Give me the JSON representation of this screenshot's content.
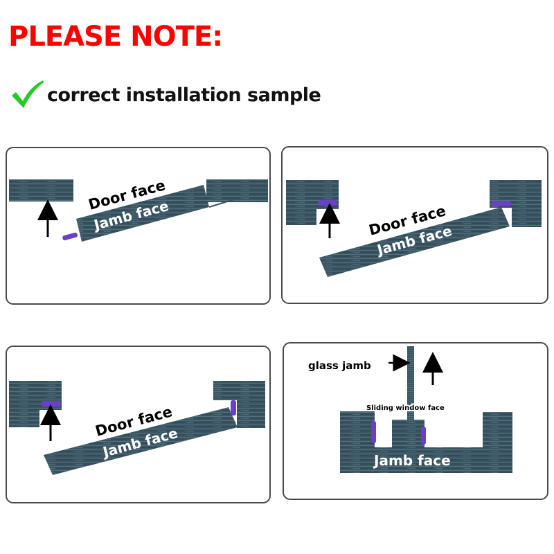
{
  "heading": "PLEASE NOTE:",
  "subheading": "correct installation sample",
  "icons": {
    "check": "checkmark-icon",
    "arrow": "up-arrow-icon"
  },
  "colors": {
    "heading": "#ff0000",
    "check": "#22cc22",
    "material": "#3b5563",
    "seal": "#6a3fc9"
  },
  "panels": [
    {
      "door_face": "Door face",
      "jamb_face": "Jamb face"
    },
    {
      "door_face": "Door face",
      "jamb_face": "Jamb face"
    },
    {
      "door_face": "Door face",
      "jamb_face": "Jamb face"
    },
    {
      "glass_jamb": "glass jamb",
      "sliding_window_face": "Sliding window face",
      "jamb_face": "Jamb face"
    }
  ]
}
